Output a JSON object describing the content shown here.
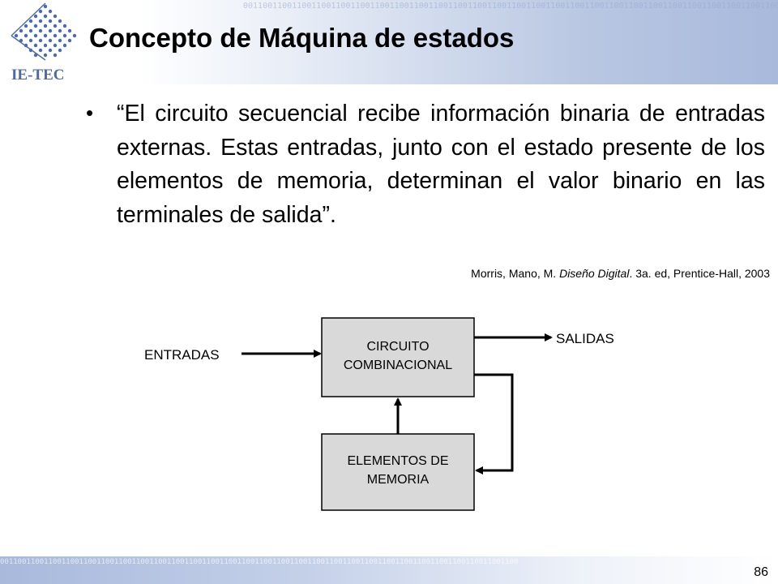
{
  "slide": {
    "logo_text": "IE-TEC",
    "title": "Concepto de Máquina de estados",
    "bullet": "•",
    "quote": "“El circuito secuencial recibe información binaria de entradas externas.  Estas entradas, junto con el estado presente de los elementos de memoria, determinan el valor binario en las terminales de salida”.",
    "citation": {
      "authors": "Morris, Mano, M. ",
      "book": "Diseño Digital",
      "rest": ". 3a. ed, Prentice-Hall, 2003"
    },
    "page_number": "86"
  },
  "diagram": {
    "inputs_label": "ENTRADAS",
    "outputs_label": "SALIDAS",
    "combinational_block": [
      "CIRCUITO",
      "COMBINACIONAL"
    ],
    "memory_block": [
      "ELEMENTOS DE",
      "MEMORIA"
    ]
  },
  "colors": {
    "header_blue": "#a8b9dc",
    "logo_blue": "#4a6ab0",
    "block_fill": "#d9d9d9"
  }
}
